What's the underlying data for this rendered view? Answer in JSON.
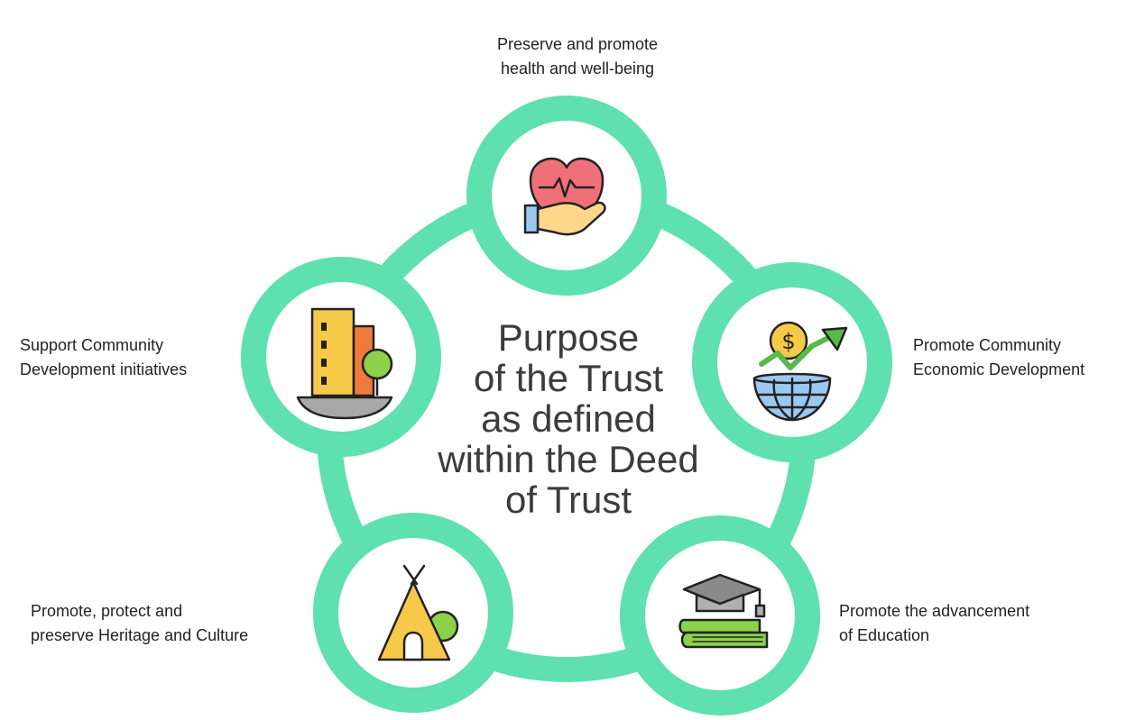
{
  "center": {
    "lines": [
      "Purpose",
      "of the Trust",
      "as defined",
      "within the Deed",
      "of Trust"
    ]
  },
  "nodes": {
    "top": {
      "icon": "heart-hand-icon",
      "lines": [
        "Preserve and promote",
        "health and well-being"
      ]
    },
    "left": {
      "icon": "building-tree-icon",
      "lines": [
        "Support Community",
        "Development initiatives"
      ]
    },
    "right": {
      "icon": "globe-dollar-growth-icon",
      "lines": [
        "Promote Community",
        "Economic Development"
      ]
    },
    "bottom_left": {
      "icon": "teepee-tree-icon",
      "lines": [
        "Promote, protect and",
        "preserve Heritage and Culture"
      ]
    },
    "bottom_right": {
      "icon": "graduation-cap-books-icon",
      "lines": [
        "Promote the advancement",
        "of Education"
      ]
    }
  },
  "colors": {
    "ring": "#5ee0b0",
    "title": "#3c3c3c",
    "label": "#222222",
    "heart": "#f0707a",
    "hand": "#ffd78a",
    "building_yellow": "#f7c948",
    "building_orange": "#f07a3c",
    "tree": "#8bd14a",
    "globe": "#9cc8f0",
    "coin": "#f7c948",
    "arrow": "#58b848",
    "cap": "#9a9a9a",
    "book": "#8bd14a"
  }
}
